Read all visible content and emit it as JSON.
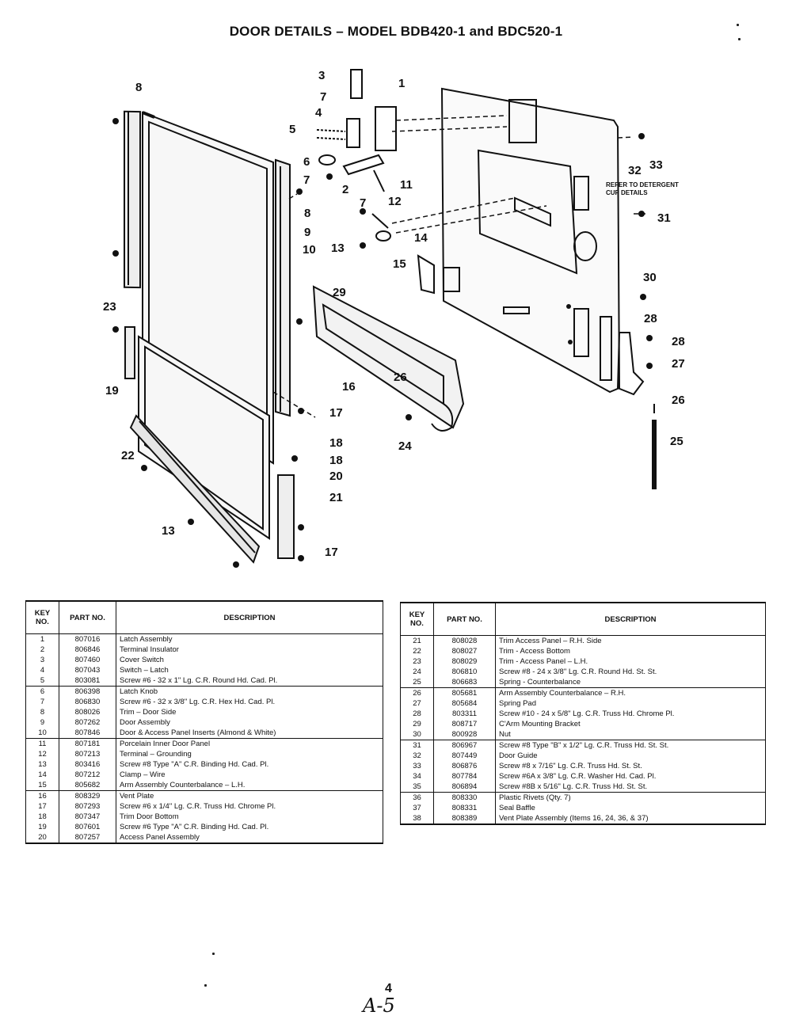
{
  "title": "DOOR DETAILS – MODEL BDB420-1 and BDC520-1",
  "diagram": {
    "callouts": [
      "1",
      "2",
      "3",
      "4",
      "5",
      "6",
      "7",
      "7",
      "7",
      "8",
      "8",
      "9",
      "10",
      "11",
      "12",
      "13",
      "13",
      "14",
      "15",
      "16",
      "17",
      "17",
      "18",
      "18",
      "19",
      "20",
      "21",
      "22",
      "23",
      "24",
      "25",
      "26",
      "26",
      "27",
      "28",
      "28",
      "29",
      "30",
      "31",
      "32",
      "33"
    ],
    "notes": [
      "REFER TO DETERGENT",
      "CUP DETAILS"
    ]
  },
  "table_left": {
    "headers": [
      "KEY NO.",
      "PART NO.",
      "DESCRIPTION"
    ],
    "groups": [
      [
        {
          "key": "1",
          "part": "807016",
          "desc": "Latch Assembly"
        },
        {
          "key": "2",
          "part": "806846",
          "desc": "Terminal Insulator"
        },
        {
          "key": "3",
          "part": "807460",
          "desc": "Cover Switch"
        },
        {
          "key": "4",
          "part": "807043",
          "desc": "Switch – Latch"
        },
        {
          "key": "5",
          "part": "803081",
          "desc": "Screw #6 - 32 x 1\" Lg. C.R. Round Hd. Cad. Pl."
        }
      ],
      [
        {
          "key": "6",
          "part": "806398",
          "desc": "Latch Knob"
        },
        {
          "key": "7",
          "part": "806830",
          "desc": "Screw #6 - 32 x 3/8\" Lg. C.R. Hex Hd. Cad. Pl."
        },
        {
          "key": "8",
          "part": "808026",
          "desc": "Trim – Door Side"
        },
        {
          "key": "9",
          "part": "807262",
          "desc": "Door Assembly"
        },
        {
          "key": "10",
          "part": "807846",
          "desc": "Door & Access Panel Inserts (Almond & White)"
        }
      ],
      [
        {
          "key": "11",
          "part": "807181",
          "desc": "Porcelain Inner Door Panel"
        },
        {
          "key": "12",
          "part": "807213",
          "desc": "Terminal – Grounding"
        },
        {
          "key": "13",
          "part": "803416",
          "desc": "Screw #8 Type \"A\" C.R. Binding Hd. Cad. Pl."
        },
        {
          "key": "14",
          "part": "807212",
          "desc": "Clamp – Wire"
        },
        {
          "key": "15",
          "part": "805682",
          "desc": "Arm Assembly Counterbalance – L.H."
        }
      ],
      [
        {
          "key": "16",
          "part": "808329",
          "desc": "Vent Plate"
        },
        {
          "key": "17",
          "part": "807293",
          "desc": "Screw #6 x 1/4\" Lg. C.R. Truss Hd. Chrome Pl."
        },
        {
          "key": "18",
          "part": "807347",
          "desc": "Trim Door Bottom"
        },
        {
          "key": "19",
          "part": "807601",
          "desc": "Screw #6 Type \"A\" C.R. Binding Hd. Cad. Pl."
        },
        {
          "key": "20",
          "part": "807257",
          "desc": "Access Panel Assembly"
        }
      ]
    ]
  },
  "table_right": {
    "headers": [
      "KEY NO.",
      "PART NO.",
      "DESCRIPTION"
    ],
    "groups": [
      [
        {
          "key": "21",
          "part": "808028",
          "desc": "Trim Access Panel – R.H. Side"
        },
        {
          "key": "22",
          "part": "808027",
          "desc": "Trim - Access Bottom"
        },
        {
          "key": "23",
          "part": "808029",
          "desc": "Trim - Access Panel – L.H."
        },
        {
          "key": "24",
          "part": "806810",
          "desc": "Screw #8 - 24 x 3/8\" Lg. C.R. Round Hd. St. St."
        },
        {
          "key": "25",
          "part": "806683",
          "desc": "Spring - Counterbalance"
        }
      ],
      [
        {
          "key": "26",
          "part": "805681",
          "desc": "Arm Assembly Counterbalance – R.H."
        },
        {
          "key": "27",
          "part": "805684",
          "desc": "Spring Pad"
        },
        {
          "key": "28",
          "part": "803311",
          "desc": "Screw #10 - 24 x 5/8\" Lg. C.R. Truss Hd. Chrome Pl."
        },
        {
          "key": "29",
          "part": "808717",
          "desc": "C'Arm Mounting Bracket"
        },
        {
          "key": "30",
          "part": "800928",
          "desc": "Nut"
        }
      ],
      [
        {
          "key": "31",
          "part": "806967",
          "desc": "Screw #8 Type \"B\" x 1/2\" Lg. C.R. Truss Hd. St. St."
        },
        {
          "key": "32",
          "part": "807449",
          "desc": "Door Guide"
        },
        {
          "key": "33",
          "part": "806876",
          "desc": "Screw #8 x 7/16\" Lg. C.R. Truss Hd. St. St."
        },
        {
          "key": "34",
          "part": "807784",
          "desc": "Screw #6A x 3/8\" Lg. C.R. Washer Hd. Cad. Pl."
        },
        {
          "key": "35",
          "part": "806894",
          "desc": "Screw #8B x 5/16\" Lg. C.R. Truss Hd. St. St."
        }
      ],
      [
        {
          "key": "36",
          "part": "808330",
          "desc": "Plastic Rivets (Qty. 7)"
        },
        {
          "key": "37",
          "part": "808331",
          "desc": "Seal Baffle"
        },
        {
          "key": "38",
          "part": "808389",
          "desc": "Vent Plate Assembly (Items 16, 24, 36, & 37)"
        }
      ]
    ]
  },
  "footer": {
    "page_number": "4",
    "handwritten": "A-5"
  }
}
